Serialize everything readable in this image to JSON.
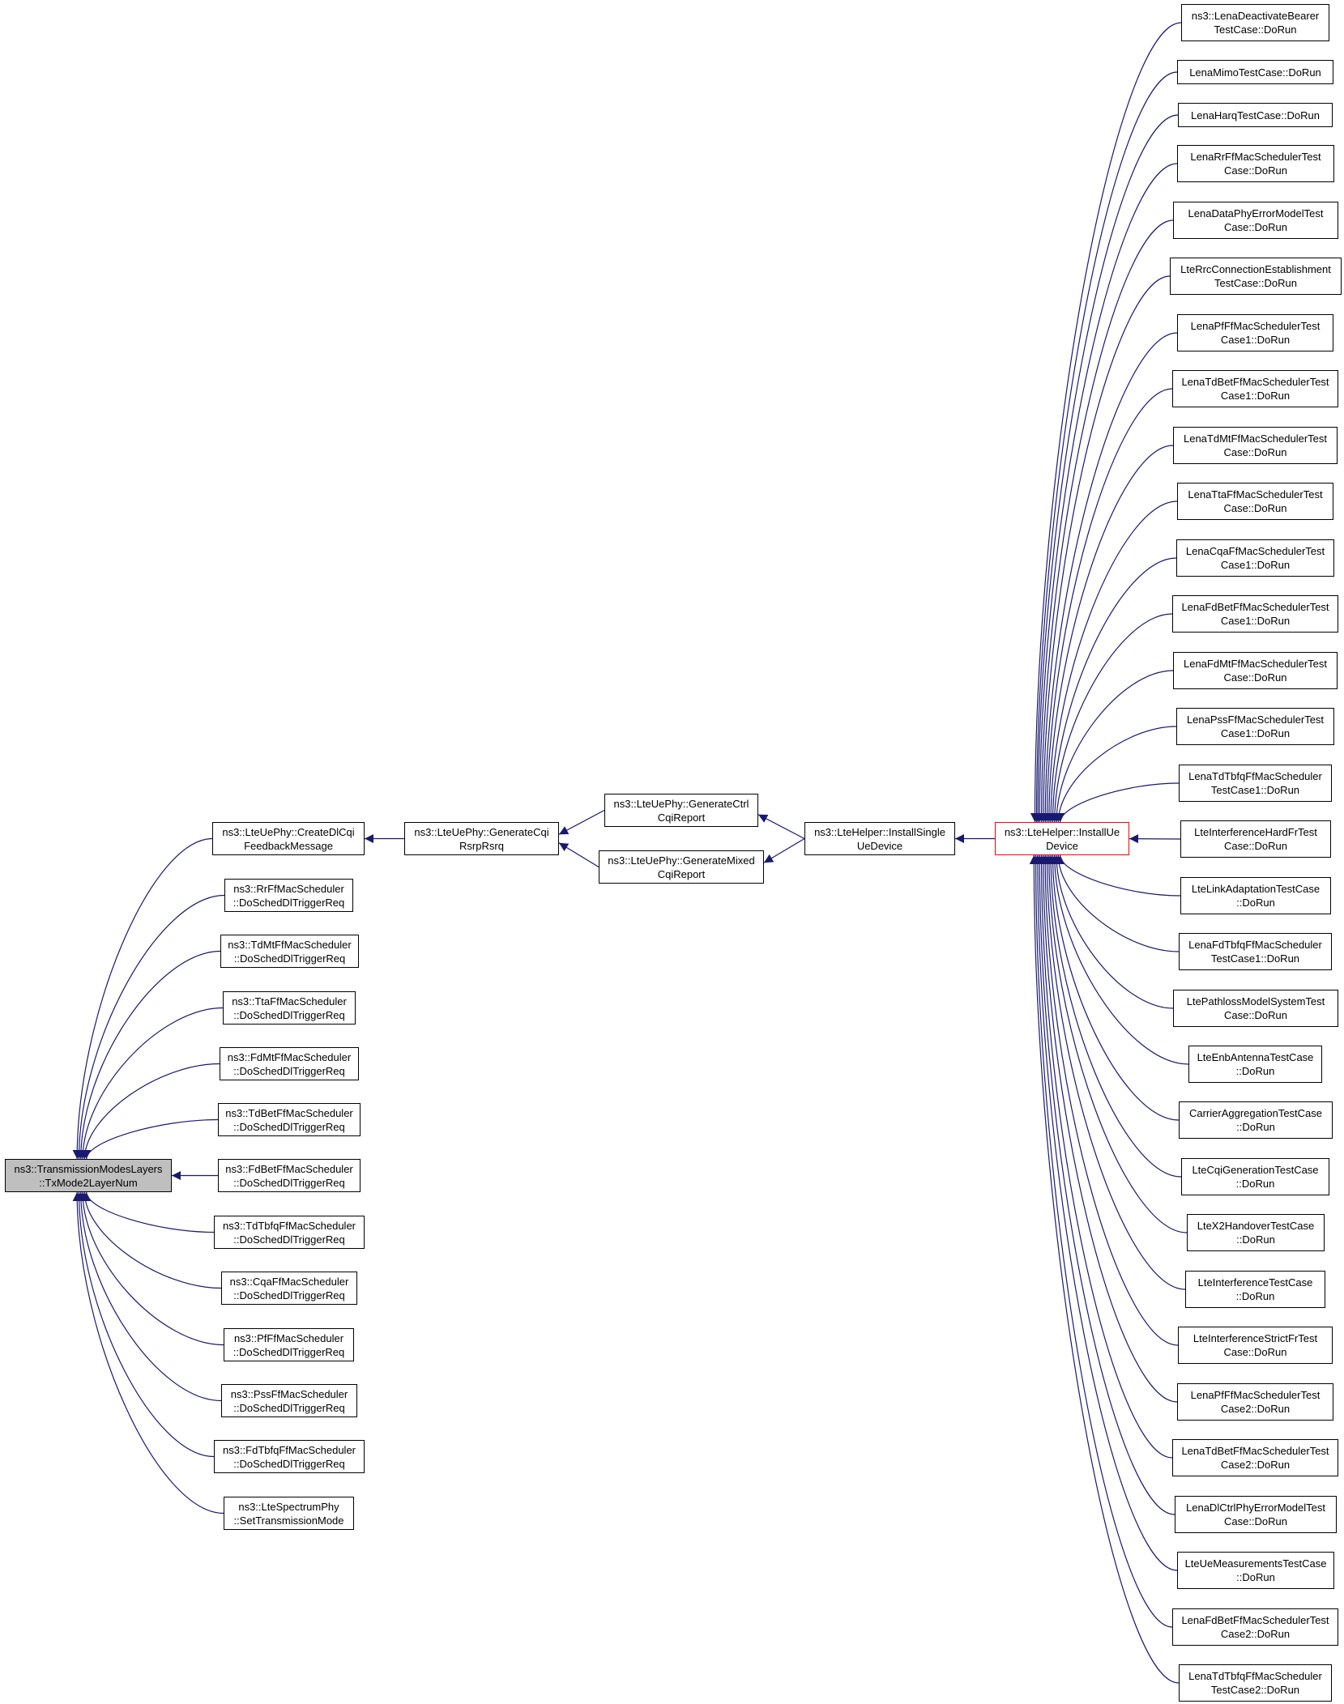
{
  "colors": {
    "edge": "#191970",
    "node_border": "#000000",
    "highlight_border": "#ff0000",
    "focus_fill": "#bfbfbf"
  },
  "nodes": {
    "txmode2layernum": "ns3::TransmissionModesLayers\n::TxMode2LayerNum",
    "createdlcqi": "ns3::LteUePhy::CreateDlCqi\nFeedbackMessage",
    "rrff": "ns3::RrFfMacScheduler\n::DoSchedDlTriggerReq",
    "tdmtff": "ns3::TdMtFfMacScheduler\n::DoSchedDlTriggerReq",
    "ttaff": "ns3::TtaFfMacScheduler\n::DoSchedDlTriggerReq",
    "fdmtff": "ns3::FdMtFfMacScheduler\n::DoSchedDlTriggerReq",
    "tdbetff": "ns3::TdBetFfMacScheduler\n::DoSchedDlTriggerReq",
    "fdbetff": "ns3::FdBetFfMacScheduler\n::DoSchedDlTriggerReq",
    "tdtbfqff": "ns3::TdTbfqFfMacScheduler\n::DoSchedDlTriggerReq",
    "cqaff": "ns3::CqaFfMacScheduler\n::DoSchedDlTriggerReq",
    "pfff": "ns3::PfFfMacScheduler\n::DoSchedDlTriggerReq",
    "pssff": "ns3::PssFfMacScheduler\n::DoSchedDlTriggerReq",
    "fdtbfqff": "ns3::FdTbfqFfMacScheduler\n::DoSchedDlTriggerReq",
    "spectrumphy": "ns3::LteSpectrumPhy\n::SetTransmissionMode",
    "gencqirsrp": "ns3::LteUePhy::GenerateCqi\nRsrpRsrq",
    "genctrl": "ns3::LteUePhy::GenerateCtrl\nCqiReport",
    "genmixed": "ns3::LteUePhy::GenerateMixed\nCqiReport",
    "installsingle": "ns3::LteHelper::InstallSingle\nUeDevice",
    "installue": "ns3::LteHelper::InstallUe\nDevice",
    "t01": "ns3::LenaDeactivateBearer\nTestCase::DoRun",
    "t02": "LenaMimoTestCase::DoRun",
    "t03": "LenaHarqTestCase::DoRun",
    "t04": "LenaRrFfMacSchedulerTest\nCase::DoRun",
    "t05": "LenaDataPhyErrorModelTest\nCase::DoRun",
    "t06": "LteRrcConnectionEstablishment\nTestCase::DoRun",
    "t07": "LenaPfFfMacSchedulerTest\nCase1::DoRun",
    "t08": "LenaTdBetFfMacSchedulerTest\nCase1::DoRun",
    "t09": "LenaTdMtFfMacSchedulerTest\nCase::DoRun",
    "t10": "LenaTtaFfMacSchedulerTest\nCase::DoRun",
    "t11": "LenaCqaFfMacSchedulerTest\nCase1::DoRun",
    "t12": "LenaFdBetFfMacSchedulerTest\nCase1::DoRun",
    "t13": "LenaFdMtFfMacSchedulerTest\nCase::DoRun",
    "t14": "LenaPssFfMacSchedulerTest\nCase1::DoRun",
    "t15": "LenaTdTbfqFfMacScheduler\nTestCase1::DoRun",
    "t16": "LteInterferenceHardFrTest\nCase::DoRun",
    "t17": "LteLinkAdaptationTestCase\n::DoRun",
    "t18": "LenaFdTbfqFfMacScheduler\nTestCase1::DoRun",
    "t19": "LtePathlossModelSystemTest\nCase::DoRun",
    "t20": "LteEnbAntennaTestCase\n::DoRun",
    "t21": "CarrierAggregationTestCase\n::DoRun",
    "t22": "LteCqiGenerationTestCase\n::DoRun",
    "t23": "LteX2HandoverTestCase\n::DoRun",
    "t24": "LteInterferenceTestCase\n::DoRun",
    "t25": "LteInterferenceStrictFrTest\nCase::DoRun",
    "t26": "LenaPfFfMacSchedulerTest\nCase2::DoRun",
    "t27": "LenaTdBetFfMacSchedulerTest\nCase2::DoRun",
    "t28": "LenaDlCtrlPhyErrorModelTest\nCase::DoRun",
    "t29": "LteUeMeasurementsTestCase\n::DoRun",
    "t30": "LenaFdBetFfMacSchedulerTest\nCase2::DoRun",
    "t31": "LenaTdTbfqFfMacScheduler\nTestCase2::DoRun"
  },
  "edges": [
    [
      "createdlcqi",
      "txmode2layernum"
    ],
    [
      "rrff",
      "txmode2layernum"
    ],
    [
      "tdmtff",
      "txmode2layernum"
    ],
    [
      "ttaff",
      "txmode2layernum"
    ],
    [
      "fdmtff",
      "txmode2layernum"
    ],
    [
      "tdbetff",
      "txmode2layernum"
    ],
    [
      "fdbetff",
      "txmode2layernum"
    ],
    [
      "tdtbfqff",
      "txmode2layernum"
    ],
    [
      "cqaff",
      "txmode2layernum"
    ],
    [
      "pfff",
      "txmode2layernum"
    ],
    [
      "pssff",
      "txmode2layernum"
    ],
    [
      "fdtbfqff",
      "txmode2layernum"
    ],
    [
      "spectrumphy",
      "txmode2layernum"
    ],
    [
      "gencqirsrp",
      "createdlcqi"
    ],
    [
      "genctrl",
      "gencqirsrp"
    ],
    [
      "genmixed",
      "gencqirsrp"
    ],
    [
      "installsingle",
      "genctrl"
    ],
    [
      "installsingle",
      "genmixed"
    ],
    [
      "installue",
      "installsingle"
    ],
    [
      "t01",
      "installue"
    ],
    [
      "t02",
      "installue"
    ],
    [
      "t03",
      "installue"
    ],
    [
      "t04",
      "installue"
    ],
    [
      "t05",
      "installue"
    ],
    [
      "t06",
      "installue"
    ],
    [
      "t07",
      "installue"
    ],
    [
      "t08",
      "installue"
    ],
    [
      "t09",
      "installue"
    ],
    [
      "t10",
      "installue"
    ],
    [
      "t11",
      "installue"
    ],
    [
      "t12",
      "installue"
    ],
    [
      "t13",
      "installue"
    ],
    [
      "t14",
      "installue"
    ],
    [
      "t15",
      "installue"
    ],
    [
      "t16",
      "installue"
    ],
    [
      "t17",
      "installue"
    ],
    [
      "t18",
      "installue"
    ],
    [
      "t19",
      "installue"
    ],
    [
      "t20",
      "installue"
    ],
    [
      "t21",
      "installue"
    ],
    [
      "t22",
      "installue"
    ],
    [
      "t23",
      "installue"
    ],
    [
      "t24",
      "installue"
    ],
    [
      "t25",
      "installue"
    ],
    [
      "t26",
      "installue"
    ],
    [
      "t27",
      "installue"
    ],
    [
      "t28",
      "installue"
    ],
    [
      "t29",
      "installue"
    ],
    [
      "t30",
      "installue"
    ],
    [
      "t31",
      "installue"
    ]
  ]
}
